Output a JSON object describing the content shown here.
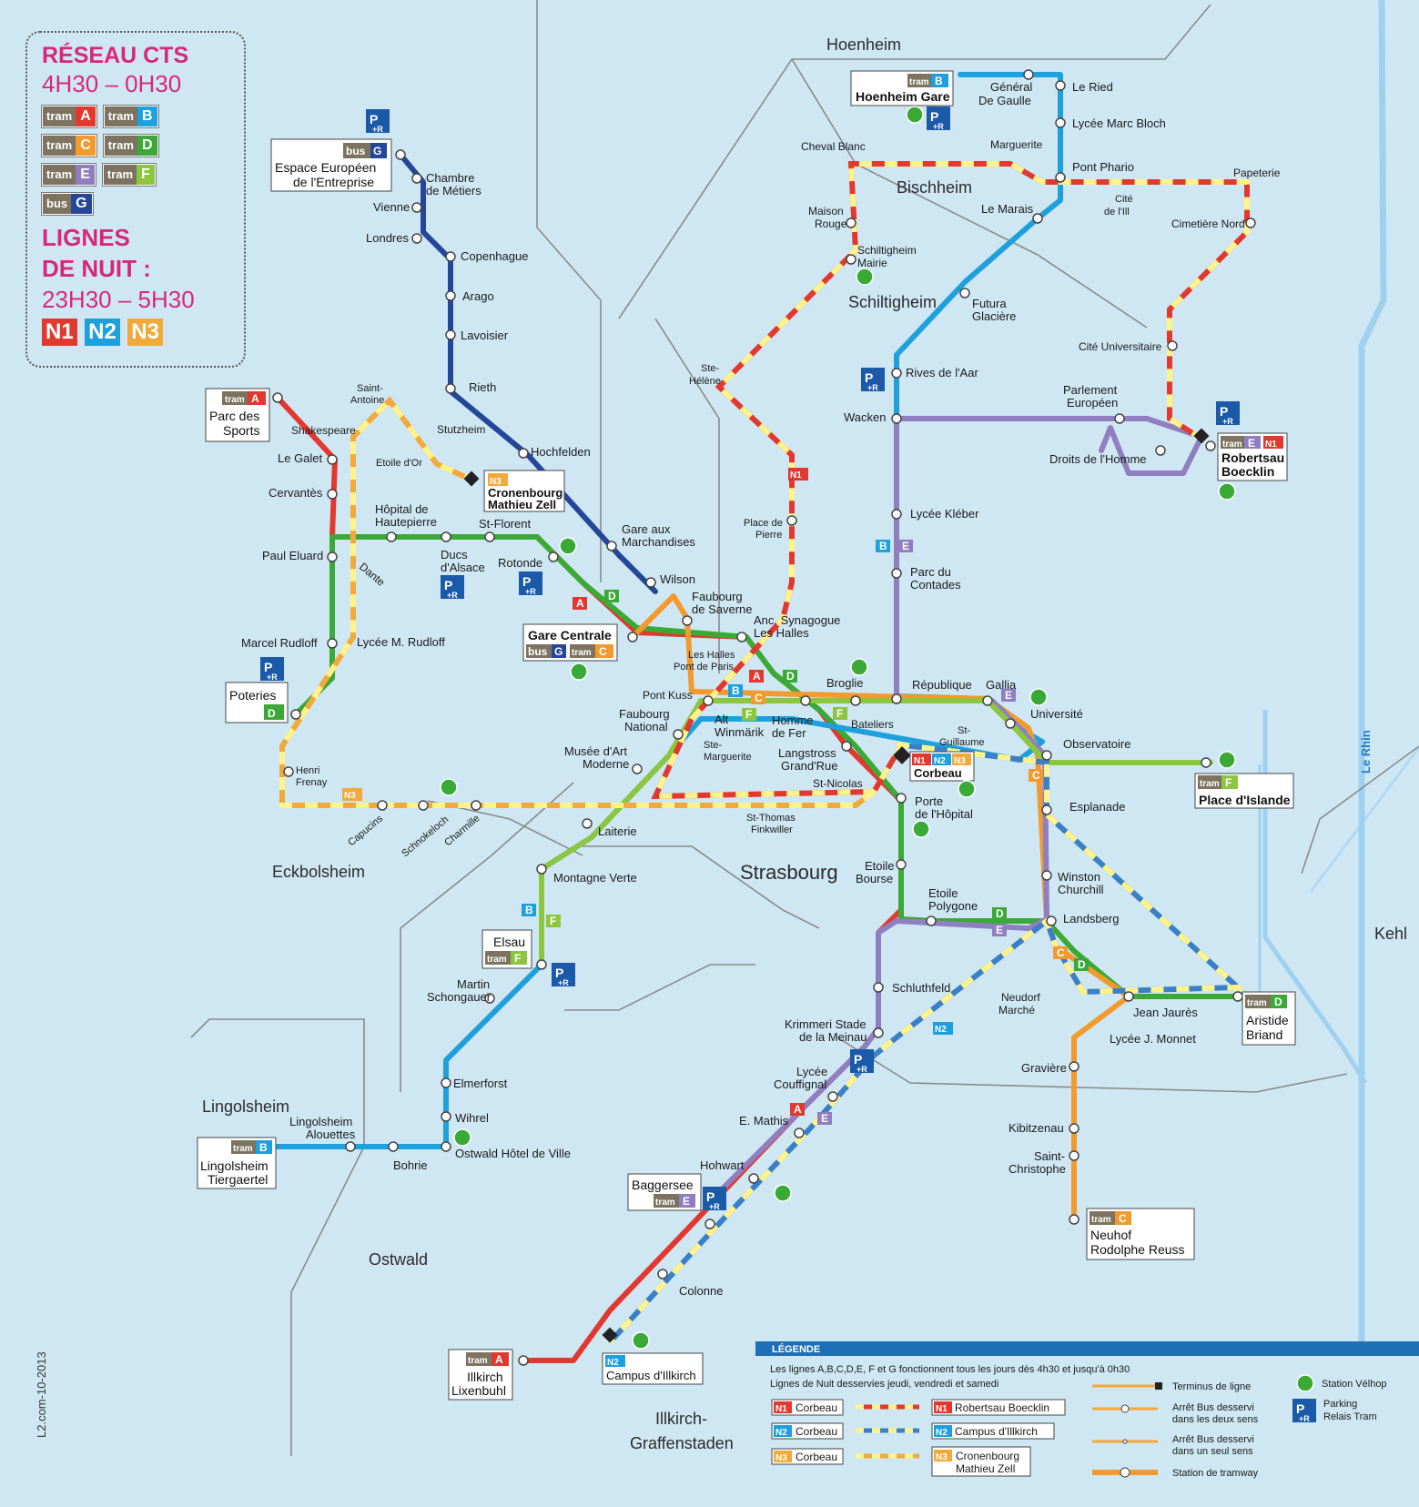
{
  "panel": {
    "title": "RÉSEAU CTS",
    "hours": "4H30 – 0H30",
    "lines": [
      {
        "kind": "tram",
        "letter": "A",
        "color": "#e1382f"
      },
      {
        "kind": "tram",
        "letter": "B",
        "color": "#1ea0dc"
      },
      {
        "kind": "tram",
        "letter": "C",
        "color": "#f29a2e"
      },
      {
        "kind": "tram",
        "letter": "D",
        "color": "#3aa935"
      },
      {
        "kind": "tram",
        "letter": "E",
        "color": "#8f7ec0"
      },
      {
        "kind": "tram",
        "letter": "F",
        "color": "#8cc63f"
      },
      {
        "kind": "bus",
        "letter": "G",
        "color": "#24479a"
      }
    ],
    "night_title_1": "LIGNES",
    "night_title_2": "DE NUIT :",
    "night_hours": "23H30 – 5H30",
    "night_lines": [
      {
        "label": "N1",
        "color": "#e1382f"
      },
      {
        "label": "N2",
        "color": "#1ea0dc"
      },
      {
        "label": "N3",
        "color": "#f2a93b"
      }
    ]
  },
  "towns": {
    "hoenheim": "Hoenheim",
    "bischheim": "Bischheim",
    "schiltigheim": "Schiltigheim",
    "eckbolsheim": "Eckbolsheim",
    "strasbourg": "Strasbourg",
    "lingolsheim": "Lingolsheim",
    "ostwald": "Ostwald",
    "illkirch_1": "Illkirch-",
    "illkirch_2": "Graffenstaden",
    "kehl": "Kehl",
    "rhin": "Le Rhin"
  },
  "termini": {
    "espace_1": "Espace Européen",
    "espace_2": "de l'Entreprise",
    "hoenheim": "Hoenheim Gare",
    "parc_1": "Parc des",
    "parc_2": "Sports",
    "cronenbourg_1": "Cronenbourg",
    "cronenbourg_2": "Mathieu Zell",
    "poteries": "Poteries",
    "gare": "Gare Centrale",
    "robertsau_1": "Robertsau",
    "robertsau_2": "Boecklin",
    "corbeau": "Corbeau",
    "place_islande": "Place d'Islande",
    "elsau": "Elsau",
    "aristide_1": "Aristide",
    "aristide_2": "Briand",
    "lingolsheim_1": "Lingolsheim",
    "lingolsheim_2": "Tiergaertel",
    "baggersee": "Baggersee",
    "neuhof_1": "Neuhof",
    "neuhof_2": "Rodolphe Reuss",
    "illkirch_1": "Illkirch",
    "illkirch_2": "Lixenbuhl",
    "campus": "Campus d'Illkirch"
  },
  "stations": {
    "general_1": "Général",
    "general_2": "De Gaulle",
    "le_ried": "Le Ried",
    "lycee_marc_bloch": "Lycée Marc Bloch",
    "pont_phario": "Pont Phario",
    "papeterie": "Papeterie",
    "cite_ill_1": "Cité",
    "cite_ill_2": "de l'Ill",
    "cimetiere_nord": "Cimetière Nord",
    "cheval_blanc": "Cheval Blanc",
    "marguerite": "Marguerite",
    "le_marais": "Le Marais",
    "maison_rouge_1": "Maison",
    "maison_rouge_2": "Rouge",
    "schilt_mairie_1": "Schiltigheim",
    "schilt_mairie_2": "Mairie",
    "futura_1": "Futura",
    "futura_2": "Glacière",
    "cite_univ": "Cité Universitaire",
    "chambre_1": "Chambre",
    "chambre_2": "de Métiers",
    "vienne": "Vienne",
    "londres": "Londres",
    "copenhague": "Copenhague",
    "arago": "Arago",
    "lavoisier": "Lavoisier",
    "rieth": "Rieth",
    "hochfelden": "Hochfelden",
    "ste_helene_1": "Ste-",
    "ste_helene_2": "Hélène",
    "rives_aar": "Rives de l'Aar",
    "wacken": "Wacken",
    "parlement_1": "Parlement",
    "parlement_2": "Européen",
    "droits_homme": "Droits de l'Homme",
    "saint_antoine_1": "Saint-",
    "saint_antoine_2": "Antoine",
    "shakespeare": "Shakespeare",
    "stutzheim": "Stutzheim",
    "etoile_or": "Etoile d'Or",
    "le_galet": "Le Galet",
    "cervantes": "Cervantès",
    "hopital_haut_1": "Hôpital de",
    "hopital_haut_2": "Hautepierre",
    "st_florent": "St-Florent",
    "paul_eluard": "Paul Eluard",
    "dante": "Dante",
    "ducs_1": "Ducs",
    "ducs_2": "d'Alsace",
    "rotonde": "Rotonde",
    "gare_march_1": "Gare aux",
    "gare_march_2": "Marchandises",
    "place_pierre_1": "Place de",
    "place_pierre_2": "Pierre",
    "lycee_kleber": "Lycée Kléber",
    "wilson": "Wilson",
    "fbg_saverne_1": "Faubourg",
    "fbg_saverne_2": "de Saverne",
    "parc_contades_1": "Parc du",
    "parc_contades_2": "Contades",
    "anc_syn_1": "Anc. Synagogue",
    "anc_syn_2": "Les Halles",
    "marcel_rudloff": "Marcel Rudloff",
    "lycee_rudloff": "Lycée M. Rudloff",
    "les_halles_1": "Les Halles",
    "les_halles_2": "Pont de Paris",
    "broglie": "Broglie",
    "republique": "République",
    "gallia": "Gallia",
    "universite": "Université",
    "pont_kuss": "Pont Kuss",
    "faubourg_nat_1": "Faubourg",
    "faubourg_nat_2": "National",
    "alt_1": "Alt",
    "alt_2": "Winmärik",
    "homme_fer_1": "Homme",
    "homme_fer_2": "de Fer",
    "bateliers": "Bateliers",
    "st_guillaume_1": "St-",
    "st_guillaume_2": "Guillaume",
    "ste_marguerite_1": "Ste-",
    "ste_marguerite_2": "Marguerite",
    "musee_1": "Musée d'Art",
    "musee_2": "Moderne",
    "langstross_1": "Langstross",
    "langstross_2": "Grand'Rue",
    "observatoire": "Observatoire",
    "henri_1": "Henri",
    "henri_2": "Frenay",
    "st_nicolas": "St-Nicolas",
    "porte_hop_1": "Porte",
    "porte_hop_2": "de l'Hôpital",
    "esplanade": "Esplanade",
    "st_thomas_1": "St-Thomas",
    "st_thomas_2": "Finkwiller",
    "capucins": "Capucins",
    "schnokeloch": "Schnokeloch",
    "charmille": "Charmille",
    "laiterie": "Laiterie",
    "montagne_verte": "Montagne Verte",
    "etoile_bourse_1": "Etoile",
    "etoile_bourse_2": "Bourse",
    "winston_1": "Winston",
    "winston_2": "Churchill",
    "etoile_poly_1": "Etoile",
    "etoile_poly_2": "Polygone",
    "landsberg": "Landsberg",
    "martin_1": "Martin",
    "martin_2": "Schongauer",
    "schluthfeld": "Schluthfeld",
    "neudorf_1": "Neudorf",
    "neudorf_2": "Marché",
    "jean_jaures": "Jean Jaurès",
    "krimmeri_1": "Krimmeri Stade",
    "krimmeri_2": "de la Meinau",
    "lycee_monnet": "Lycée J. Monnet",
    "elmerforst": "Elmerforst",
    "graviere": "Gravière",
    "lycee_couff_1": "Lycée",
    "lycee_couff_2": "Couffignal",
    "lingol_al_1": "Lingolsheim",
    "lingol_al_2": "Alouettes",
    "wihrel": "Wihrel",
    "e_mathis": "E. Mathis",
    "kibitzenau": "Kibitzenau",
    "bohrie": "Bohrie",
    "ostwald_hv": "Ostwald Hôtel de Ville",
    "saint_chris_1": "Saint-",
    "saint_chris_2": "Christophe",
    "hohwart": "Hohwart",
    "colonne": "Colonne"
  },
  "legend": {
    "header": "LÉGENDE",
    "text_1": "Les lignes A,B,C,D,E, F et G fonctionnent tous les jours dès 4h30 et jusqu'à 0h30",
    "text_2": "Lignes de Nuit desservies jeudi, vendredi et samedi",
    "terminus": "Terminus de ligne",
    "arret_deux_1": "Arrêt Bus desservi",
    "arret_deux_2": "dans les deux sens",
    "arret_un_1": "Arrêt Bus desservi",
    "arret_un_2": "dans un seul sens",
    "station_tram": "Station de tramway",
    "velhop": "Station Vélhop",
    "parking_1": "Parking",
    "parking_2": "Relais Tram",
    "n1_from": "Corbeau",
    "n1_to": "Robertsau Boecklin",
    "n2_from": "Corbeau",
    "n2_to": "Campus d'Illkirch",
    "n3_from": "Corbeau",
    "n3_to_1": "Cronenbourg",
    "n3_to_2": "Mathieu Zell"
  },
  "markers": {
    "tram": "tram",
    "bus": "bus",
    "pr_p": "P",
    "pr_r": "+R",
    "a": "A",
    "b": "B",
    "c": "C",
    "d": "D",
    "e": "E",
    "f": "F",
    "g": "G",
    "n1": "N1",
    "n2": "N2",
    "n3": "N3"
  },
  "credit": "L2.com-10-2013",
  "colors": {
    "water": "#cfe7f3",
    "rhine": "#8cc8ee",
    "road": "#8a8a8a",
    "tramA": "#e1382f",
    "tramB": "#1ea0dc",
    "tramC": "#f29a2e",
    "tramD": "#3aa935",
    "tramE": "#8f7ec0",
    "tramF": "#8cc63f",
    "busG": "#24479a",
    "night": "#fff38a"
  }
}
